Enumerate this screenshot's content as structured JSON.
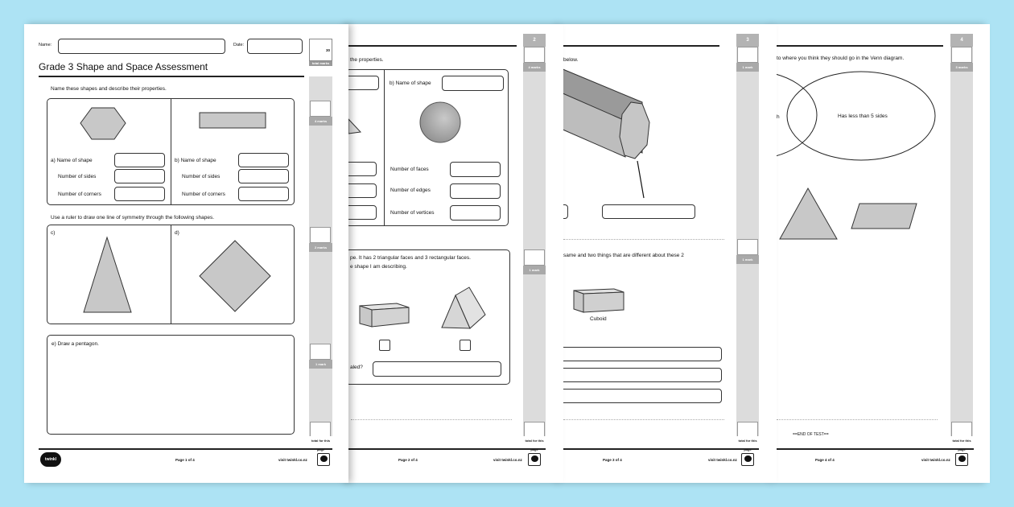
{
  "background_color": "#ade3f4",
  "page1": {
    "name_label": "Name:",
    "date_label": "Date:",
    "total_marks_value": "30",
    "total_marks_label": "total marks",
    "title": "Grade 3 Shape and Space Assessment",
    "q1_instruction": "Name these shapes and describe their properties.",
    "a_name": "a) Name of shape",
    "b_name": "b) Name of shape",
    "sides": "Number of sides",
    "corners": "Number of corners",
    "q2_instruction": "Use a ruler to draw one line of symmetry through the following shapes.",
    "c_label": "c)",
    "d_label": "d)",
    "e_label": "e) Draw a pentagon.",
    "marks": [
      "4 marks",
      "2 marks",
      "1 mark"
    ],
    "total_page": "total for this page",
    "logo_text": "twinkl",
    "page_num": "Page 1 of 4",
    "site": "visit twinkl.co.nz"
  },
  "page2": {
    "badge": "2",
    "instruction": "the properties.",
    "b_name": "b) Name of shape",
    "faces": "Number of faces",
    "edges": "Number of edges",
    "vertices": "Number of vertices",
    "q_line1": "pe. It has 2 triangular faces and 3 rectangular faces.",
    "q_line2": "e shape I am describing.",
    "q_answer": "aled?",
    "marks": [
      "4 marks",
      "1 mark"
    ],
    "total_page": "total for this page",
    "page_num": "Page 2 of 4",
    "site": "visit twinkl.co.nz"
  },
  "page3": {
    "badge": "3",
    "instruction": "below.",
    "q_line": "same and two things that are different about these 2",
    "cuboid_label": "Cuboid",
    "marks": [
      "1 mark",
      "1 mark"
    ],
    "total_page": "total for this page",
    "page_num": "Page 3 of 4",
    "site": "visit twinkl.co.nz"
  },
  "page4": {
    "badge": "4",
    "instruction": "to where you think they should go in the Venn diagram.",
    "venn_left_fragment": "h",
    "venn_right_label": "Has less than 5 sides",
    "end": "==END OF TEST==",
    "marks": [
      "3 marks"
    ],
    "total_page": "total for this page",
    "page_num": "Page 4 of 4",
    "site": "visit twinkl.co.nz"
  }
}
